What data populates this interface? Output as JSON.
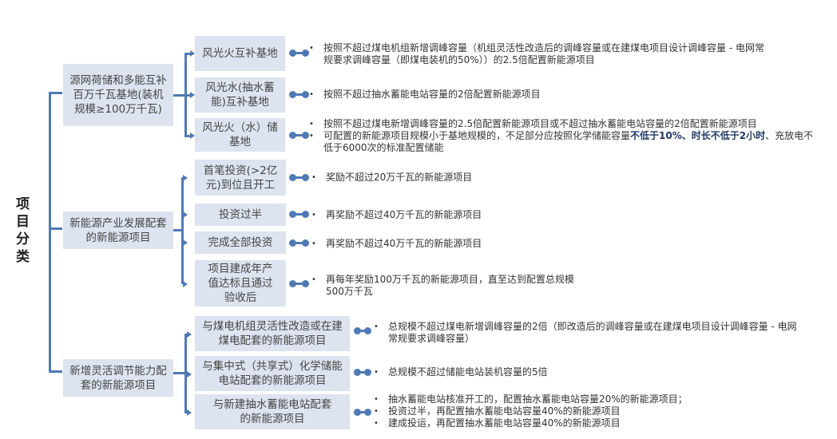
{
  "root": "项目分类",
  "groups": [
    {
      "label": "源网荷储和多能互补百万千瓦基地(装机规模≥100万千瓦)",
      "items": [
        {
          "label": "风光火互补基地",
          "notes": [
            "按照不超过煤电机组新增调峰容量（机组灵活性改造后的调峰容量或在建煤电项目设计调峰容量 - 电网常规要求调峰容量（即煤电装机的50%））的2.5倍配置新能源项目"
          ]
        },
        {
          "label": "风光水(抽水蓄能)互补基地",
          "notes": [
            "按照不超过抽水蓄能电站容量的2倍配置新能源项目"
          ]
        },
        {
          "label": "风光火（水）储基地",
          "notes": [
            "按照不超过煤电新增调峰容量的2.5倍配置新能源项目或不超过抽水蓄能电站容量的2倍配置新能源项目"
          ],
          "note2": {
            "pre": "可配置的新能源项目规模小于基地规模的，不足部分应按照化学储能容量",
            "bold": "不低于10%、时长不低于2小时",
            "post": "、充放电不低于6000次的标准配置储能"
          }
        }
      ]
    },
    {
      "label": "新能源产业发展配套的新能源项目",
      "items": [
        {
          "label": "首笔投资(>2亿元)到位且开工",
          "notes": [
            "奖励不超过20万千瓦的新能源项目"
          ]
        },
        {
          "label": "投资过半",
          "notes": [
            "再奖励不超过40万千瓦的新能源项目"
          ]
        },
        {
          "label": "完成全部投资",
          "notes": [
            "再奖励不超过40万千瓦的新能源项目"
          ]
        },
        {
          "label": "项目建成年产值达标且通过验收后",
          "notes": [
            "再每年奖励100万千瓦的新能源项目，直至达到配置总规模500万千瓦"
          ]
        }
      ]
    },
    {
      "label": "新增灵活调节能力配套的新能源项目",
      "items": [
        {
          "label": "与煤电机组灵活性改造或在建煤电配套的新能源项目",
          "notes": [
            "总规模不超过煤电新增调峰容量的2倍（即改造后的调峰容量或在建煤电项目设计调峰容量 - 电网常规要求调峰容量）"
          ]
        },
        {
          "label": "与集中式（共享式）化学储能电站配套的新能源项目",
          "notes": [
            "总规模不超过储能电站装机容量的5倍"
          ]
        },
        {
          "label": "与新建抽水蓄能电站配套的新能源项目",
          "notes": [
            "抽水蓄能电站核准开工的，配置抽水蓄能电站容量20%的新能源项目；",
            "投资过半，再配置抽水蓄能电站容量40%的新能源项目",
            "建成投运，再配置抽水蓄能电站容量40%的新能源项目"
          ]
        }
      ]
    }
  ]
}
